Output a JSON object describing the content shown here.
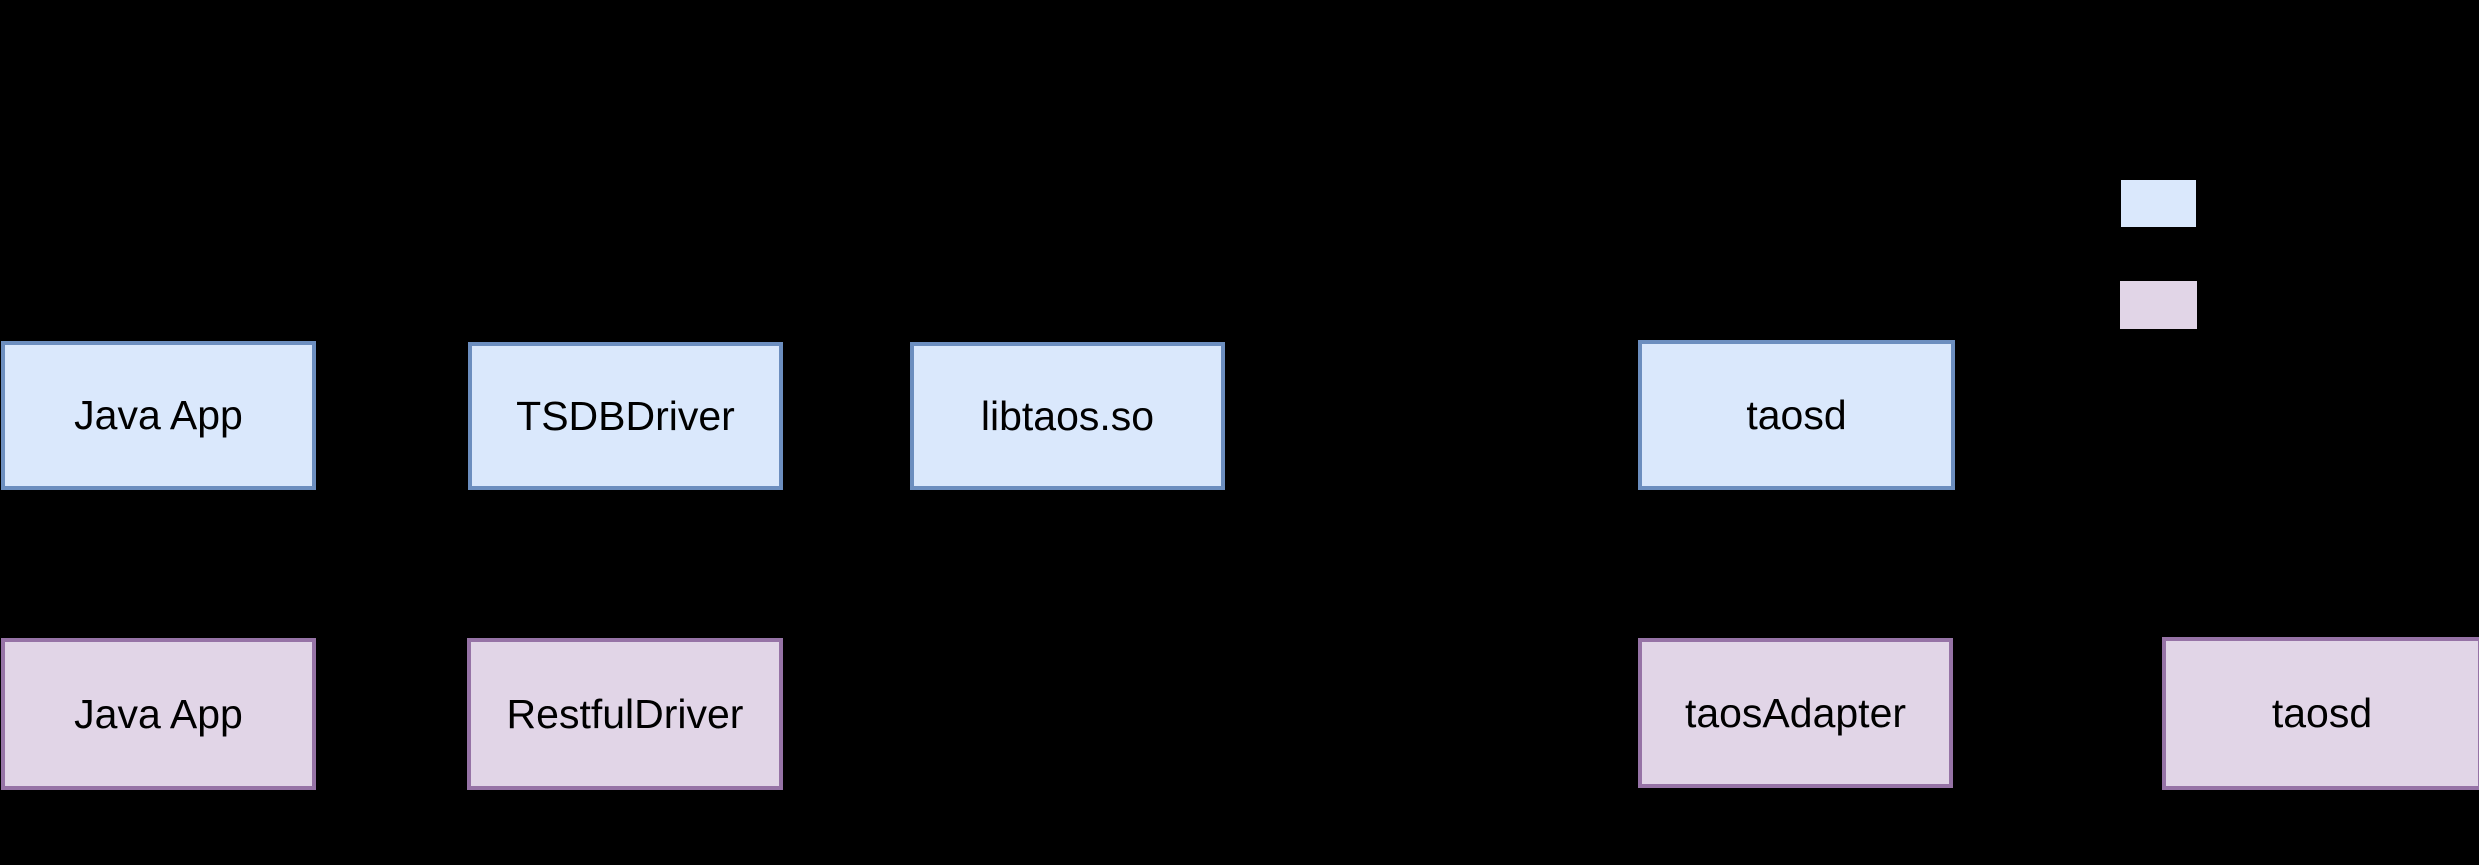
{
  "diagram": {
    "colors": {
      "background": "#000000",
      "text": "#000000",
      "jni_fill": "#dae8fc",
      "jni_stroke": "#6c8ebf",
      "restful_fill": "#e1d5e7",
      "restful_stroke": "#9673a6"
    },
    "nodes": [
      {
        "id": "java-app-jni",
        "label": "Java App",
        "variant": "jni"
      },
      {
        "id": "tsdb-driver",
        "label": "TSDBDriver",
        "variant": "jni"
      },
      {
        "id": "libtaos-so",
        "label": "libtaos.so",
        "variant": "jni"
      },
      {
        "id": "taosd-jni",
        "label": "taosd",
        "variant": "jni"
      },
      {
        "id": "java-app-restful",
        "label": "Java App",
        "variant": "restful"
      },
      {
        "id": "restful-driver",
        "label": "RestfulDriver",
        "variant": "restful"
      },
      {
        "id": "taos-adapter",
        "label": "taosAdapter",
        "variant": "restful"
      },
      {
        "id": "taosd-restful",
        "label": "taosd",
        "variant": "restful"
      }
    ],
    "legend": {
      "swatches": [
        {
          "id": "jni-swatch",
          "fill": "#dae8fc",
          "stroke": "#6c8ebf"
        },
        {
          "id": "restful-swatch",
          "fill": "#e1d5e7",
          "stroke": "#9673a6"
        }
      ]
    }
  }
}
